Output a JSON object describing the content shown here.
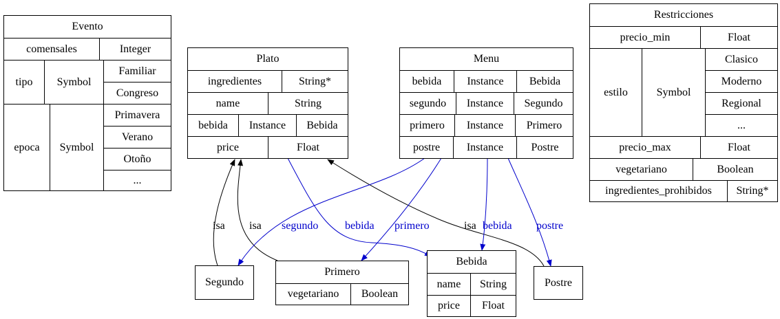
{
  "evento": {
    "title": "Evento",
    "row1": {
      "name": "comensales",
      "type": "Integer"
    },
    "row2": {
      "name": "tipo",
      "type": "Symbol",
      "values": [
        "Familiar",
        "Congreso"
      ]
    },
    "row3": {
      "name": "epoca",
      "type": "Symbol",
      "values": [
        "Primavera",
        "Verano",
        "Otoño",
        "..."
      ]
    }
  },
  "plato": {
    "title": "Plato",
    "rows": [
      {
        "name": "ingredientes",
        "type": "String*"
      },
      {
        "name": "name",
        "type": "String"
      },
      {
        "name": "bebida",
        "type": "Instance",
        "class": "Bebida"
      },
      {
        "name": "price",
        "type": "Float"
      }
    ]
  },
  "menu": {
    "title": "Menu",
    "rows": [
      {
        "name": "bebida",
        "type": "Instance",
        "class": "Bebida"
      },
      {
        "name": "segundo",
        "type": "Instance",
        "class": "Segundo"
      },
      {
        "name": "primero",
        "type": "Instance",
        "class": "Primero"
      },
      {
        "name": "postre",
        "type": "Instance",
        "class": "Postre"
      }
    ]
  },
  "restricciones": {
    "title": "Restricciones",
    "precio_min": {
      "name": "precio_min",
      "type": "Float"
    },
    "estilo": {
      "name": "estilo",
      "type": "Symbol",
      "values": [
        "Clasico",
        "Moderno",
        "Regional",
        "..."
      ]
    },
    "precio_max": {
      "name": "precio_max",
      "type": "Float"
    },
    "vegetariano": {
      "name": "vegetariano",
      "type": "Boolean"
    },
    "ingredientes_prohibidos": {
      "name": "ingredientes_prohibidos",
      "type": "String*"
    }
  },
  "segundo": {
    "title": "Segundo"
  },
  "primero": {
    "title": "Primero",
    "rows": [
      {
        "name": "vegetariano",
        "type": "Boolean"
      }
    ]
  },
  "bebida": {
    "title": "Bebida",
    "rows": [
      {
        "name": "name",
        "type": "String"
      },
      {
        "name": "price",
        "type": "Float"
      }
    ]
  },
  "postre": {
    "title": "Postre"
  },
  "edge_labels": {
    "isa_segundo": "isa",
    "isa_primero": "isa",
    "segundo": "segundo",
    "bebida_plato": "bebida",
    "primero": "primero",
    "isa_postre": "isa",
    "bebida_menu": "bebida",
    "postre": "postre"
  },
  "colors": {
    "isa_edge": "#000000",
    "relation_edge": "#0000cc"
  }
}
